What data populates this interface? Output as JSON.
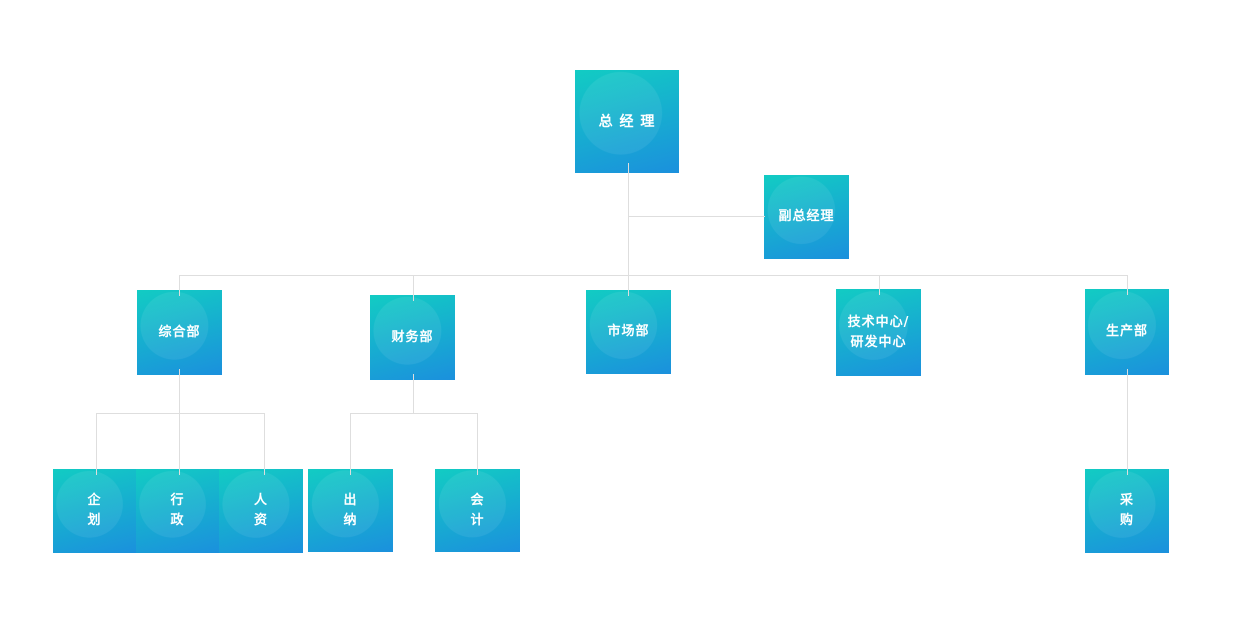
{
  "org_chart": {
    "type": "org-tree",
    "nodes": [
      {
        "id": "general-manager",
        "label": "总 经 理"
      },
      {
        "id": "deputy-general-manager",
        "label": "副总经理"
      },
      {
        "id": "general-department",
        "label": "综合部"
      },
      {
        "id": "finance-department",
        "label": "财务部"
      },
      {
        "id": "marketing-department",
        "label": "市场部"
      },
      {
        "id": "tech-rd-center",
        "label": "技术中心/\n研发中心"
      },
      {
        "id": "production-department",
        "label": "生产部"
      },
      {
        "id": "planning",
        "label": "企\n划"
      },
      {
        "id": "administration",
        "label": "行\n政"
      },
      {
        "id": "human-resources",
        "label": "人\n资"
      },
      {
        "id": "cashier",
        "label": "出\n纳"
      },
      {
        "id": "accounting",
        "label": "会\n计"
      },
      {
        "id": "procurement",
        "label": "采\n购"
      }
    ],
    "edges": [
      {
        "from": "general-manager",
        "to": "deputy-general-manager"
      },
      {
        "from": "general-manager",
        "to": "general-department"
      },
      {
        "from": "general-manager",
        "to": "finance-department"
      },
      {
        "from": "general-manager",
        "to": "marketing-department"
      },
      {
        "from": "general-manager",
        "to": "tech-rd-center"
      },
      {
        "from": "general-manager",
        "to": "production-department"
      },
      {
        "from": "general-department",
        "to": "planning"
      },
      {
        "from": "general-department",
        "to": "administration"
      },
      {
        "from": "general-department",
        "to": "human-resources"
      },
      {
        "from": "finance-department",
        "to": "cashier"
      },
      {
        "from": "finance-department",
        "to": "accounting"
      },
      {
        "from": "production-department",
        "to": "procurement"
      }
    ],
    "colors": {
      "box_gradient_top": "#12ccc3",
      "box_gradient_bottom": "#1b90dd",
      "connector_line": "#dedede",
      "label_text": "#ffffff",
      "background": "#ffffff"
    }
  }
}
